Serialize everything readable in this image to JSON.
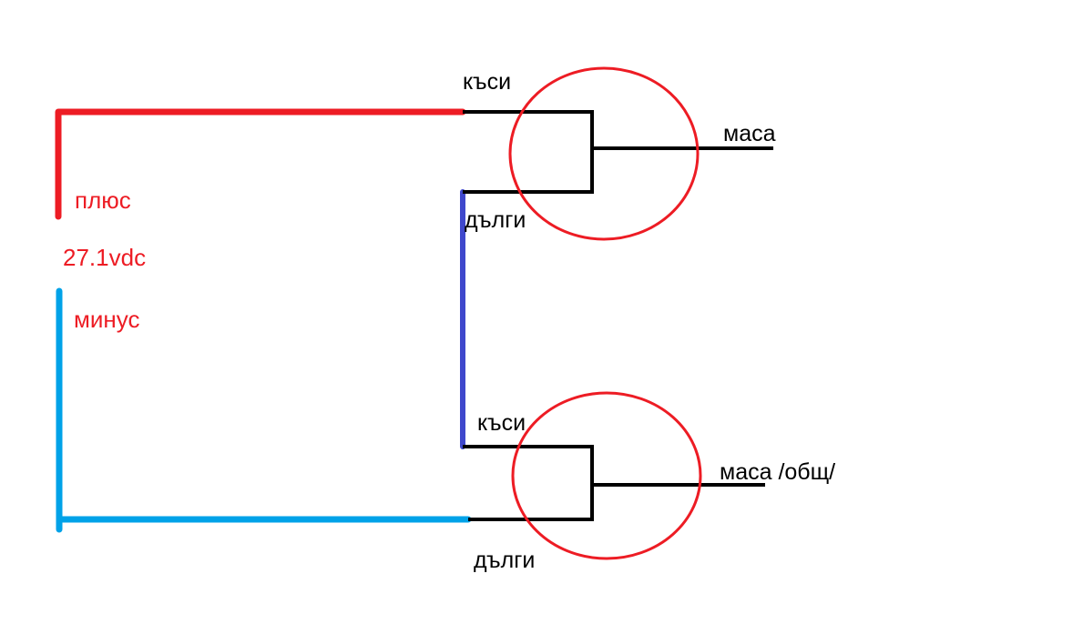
{
  "colors": {
    "positive": "#ed1c24",
    "negative": "#00a2e8",
    "jumper": "#3f48cc",
    "wire": "#000000",
    "circle": "#ed1c24"
  },
  "labels": {
    "plus": "плюс",
    "voltage": "27.1vdc",
    "minus": "минус"
  },
  "upper": {
    "short": "къси",
    "long": "дълги",
    "ground": "маса"
  },
  "lower": {
    "short": "къси",
    "long": "дълги",
    "ground": "маса /общ/"
  }
}
